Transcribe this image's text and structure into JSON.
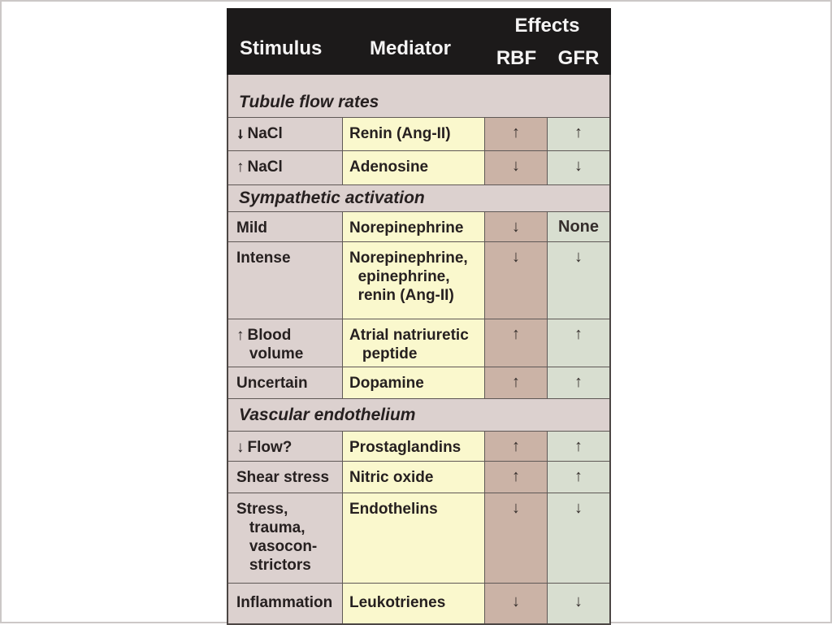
{
  "table": {
    "header": {
      "stimulus": "Stimulus",
      "mediator": "Mediator",
      "effects": "Effects",
      "rbf": "RBF",
      "gfr": "GFR",
      "bg_color": "#1c1a1a",
      "text_color": "#f5f4f4"
    },
    "colors": {
      "section_bg": "#dcd1cf",
      "stimulus_bg": "#dcd1cf",
      "mediator_bg": "#faf8cd",
      "rbf_bg": "#cbb3a6",
      "gfr_bg": "#d8ded0",
      "grid_line": "#5f5856"
    },
    "sections": [
      {
        "title": "Tubule flow rates",
        "rows": [
          {
            "stimulus_arrow": "↓",
            "stimulus_weight": "bold",
            "stimulus": "NaCl",
            "mediator": "Renin (Ang-II)",
            "rbf": "↑",
            "gfr": "↑"
          },
          {
            "stimulus_arrow": "↑",
            "stimulus": "NaCl",
            "mediator": "Adenosine",
            "rbf": "↓",
            "gfr": "↓"
          }
        ]
      },
      {
        "title": "Sympathetic activation",
        "rows": [
          {
            "stimulus": "Mild",
            "mediator": "Norepinephrine",
            "rbf": "↓",
            "gfr": "None"
          },
          {
            "stimulus": "Intense",
            "mediator": "Norepinephrine,\n  epinephrine,\n  renin (Ang-II)",
            "rbf": "↓",
            "gfr": "↓"
          },
          {
            "stimulus_arrow": "↑",
            "stimulus": "Blood\n   volume",
            "mediator": "Atrial natriuretic\n   peptide",
            "rbf": "↑",
            "gfr": "↑"
          },
          {
            "stimulus": "Uncertain",
            "mediator": "Dopamine",
            "rbf": "↑",
            "gfr": "↑"
          }
        ]
      },
      {
        "title": "Vascular endothelium",
        "rows": [
          {
            "stimulus_arrow": "↓",
            "stimulus": "Flow?",
            "mediator": "Prostaglandins",
            "rbf": "↑",
            "gfr": "↑"
          },
          {
            "stimulus": "Shear stress",
            "mediator": "Nitric oxide",
            "rbf": "↑",
            "gfr": "↑"
          },
          {
            "stimulus": "Stress,\n   trauma,\n   vasocon-\n   strictors",
            "mediator": "Endothelins",
            "rbf": "↓",
            "gfr": "↓"
          },
          {
            "stimulus": "Inflammation",
            "mediator": "Leukotrienes",
            "rbf": "↓",
            "gfr": "↓"
          }
        ]
      }
    ]
  }
}
